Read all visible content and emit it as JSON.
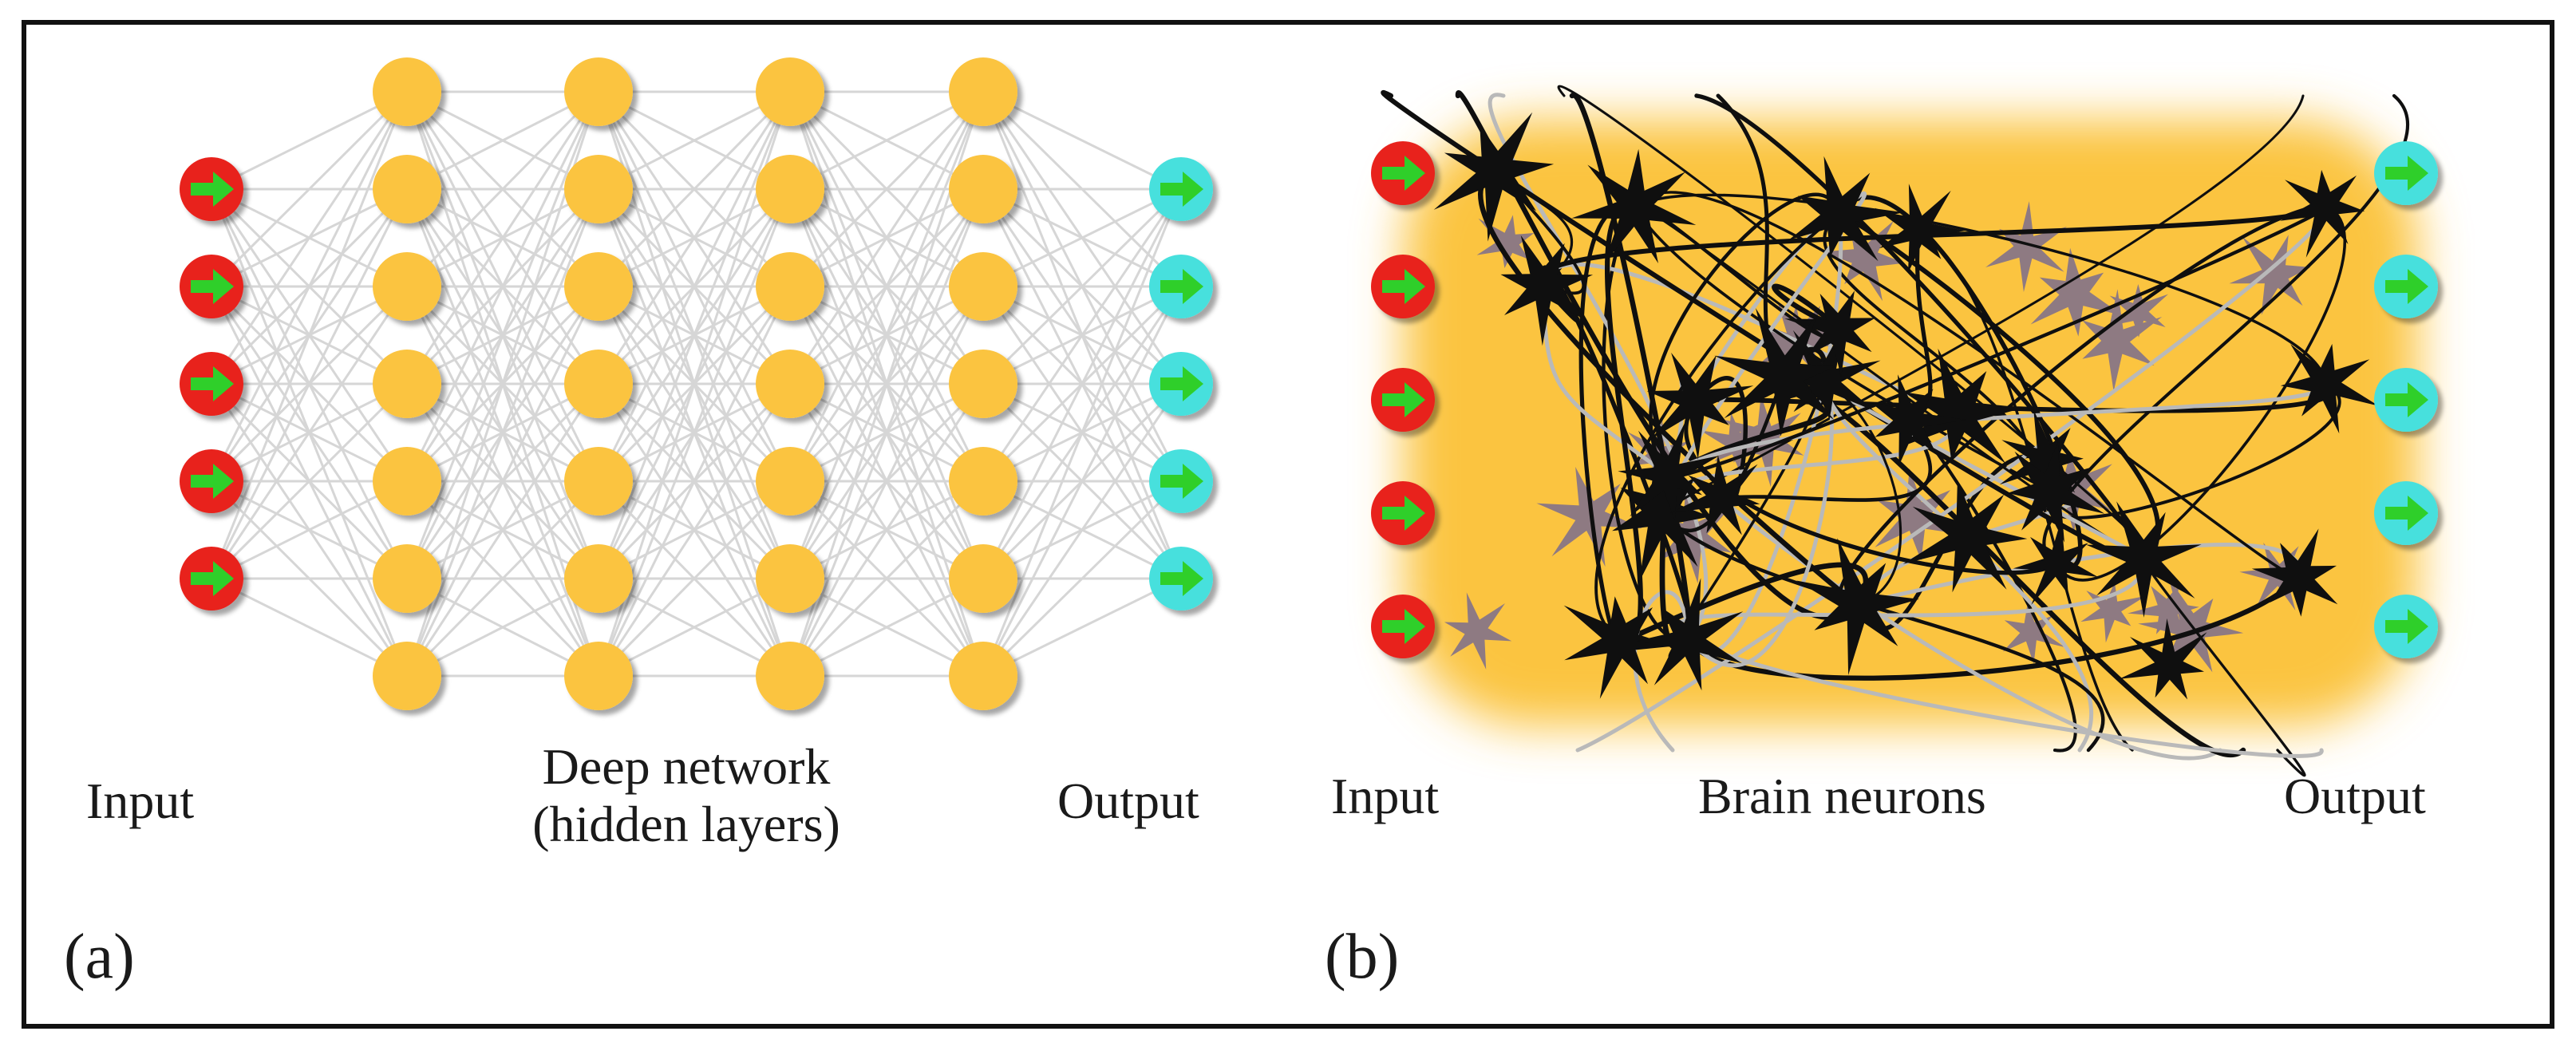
{
  "panels": [
    {
      "letter": "(a)",
      "input_label": "Input",
      "middle_label_line1": "Deep network",
      "middle_label_line2": "(hidden layers)",
      "output_label": "Output"
    },
    {
      "letter": "(b)",
      "input_label": "Input",
      "middle_label": "Brain neurons",
      "output_label": "Output"
    }
  ],
  "diagram": {
    "input_node_count": 5,
    "hidden_layer_count": 4,
    "hidden_nodes_per_layer": 7,
    "output_node_count": 5,
    "brain_input_count": 5,
    "brain_output_count": 5
  },
  "colors": {
    "frame": "#111111",
    "input_node": "#e8231b",
    "output_node": "#46e0dd",
    "hidden_node": "#fbc441",
    "arrow": "#2fcf2a",
    "edge": "#d6d6d6",
    "glow": "#fbc441",
    "neuron_black": "#0f0f0f",
    "neuron_mauve": "#8e7a82"
  }
}
